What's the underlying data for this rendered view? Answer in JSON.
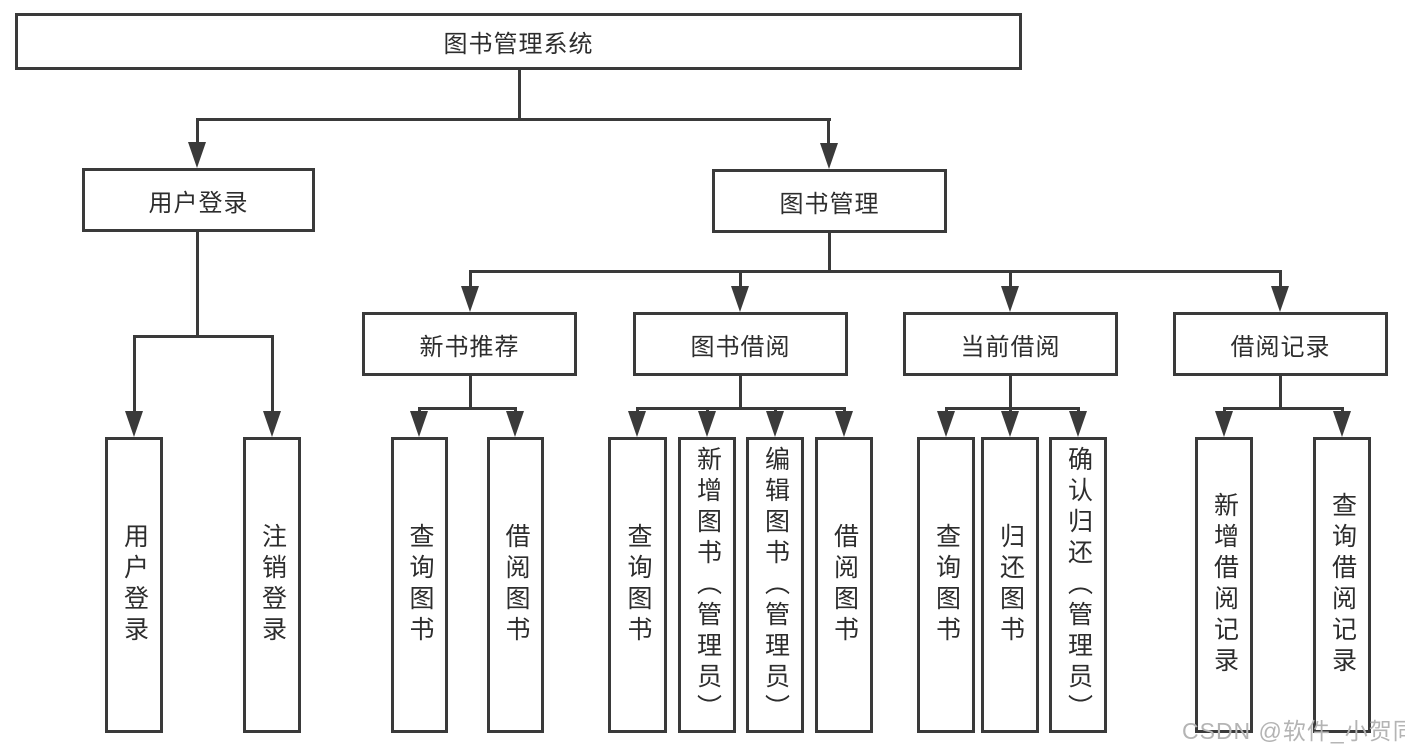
{
  "diagram": {
    "root_label": "图书管理系统",
    "level2": [
      "用户登录",
      "图书管理"
    ],
    "level3": [
      "新书推荐",
      "图书借阅",
      "当前借阅",
      "借阅记录"
    ],
    "leaves_user_login": [
      "用户登录",
      "注销登录"
    ],
    "leaves_new_book": [
      "查询图书",
      "借阅图书"
    ],
    "leaves_book_borrow": [
      "查询图书",
      "新增图书（管理员）",
      "编辑图书（管理员）",
      "借阅图书"
    ],
    "leaves_current_borrow": [
      "查询图书",
      "归还图书",
      "确认归还（管理员）"
    ],
    "leaves_borrow_records": [
      "新增借阅记录",
      "查询借阅记录"
    ]
  },
  "watermark": "CSDN @软件_小贺同学",
  "colors": {
    "line": "#3a3a3a",
    "text": "#2d2d2d",
    "background": "#ffffff",
    "watermark": "#b4b4b4"
  }
}
